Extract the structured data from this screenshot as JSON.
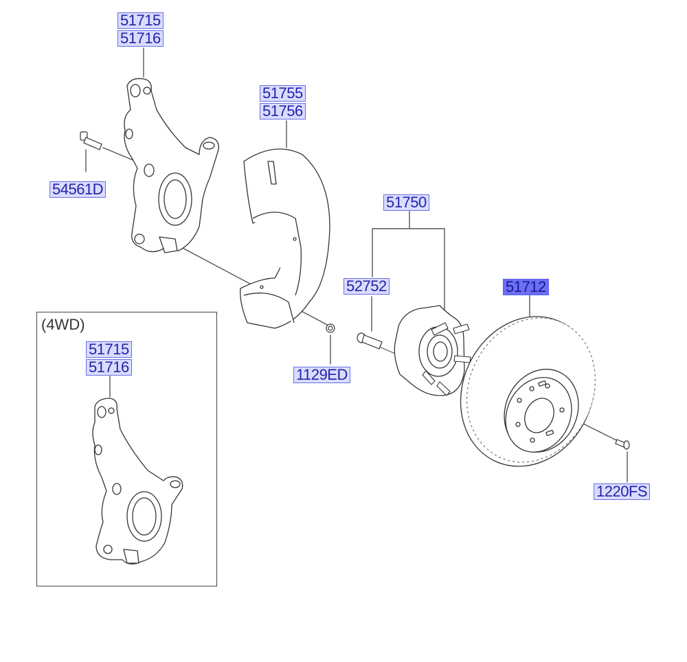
{
  "diagram": {
    "labels": {
      "knuckle_a": "51715",
      "knuckle_b": "51716",
      "bolt": "54561D",
      "dust_cover_a": "51755",
      "dust_cover_b": "51756",
      "hub_assy": "51750",
      "hub_bolt": "52752",
      "dust_cover_screw": "1129ED",
      "disc": "51712",
      "disc_screw": "1220FS",
      "awd_knuckle_a": "51715",
      "awd_knuckle_b": "51716"
    },
    "inset_title": "(4WD)",
    "selected_part": "51712",
    "colors": {
      "label_bg": "#d9dcff",
      "label_text": "#2323a8",
      "label_border": "#6a6fe0",
      "selected_bg": "#6b6ef7",
      "line": "#444444"
    }
  }
}
